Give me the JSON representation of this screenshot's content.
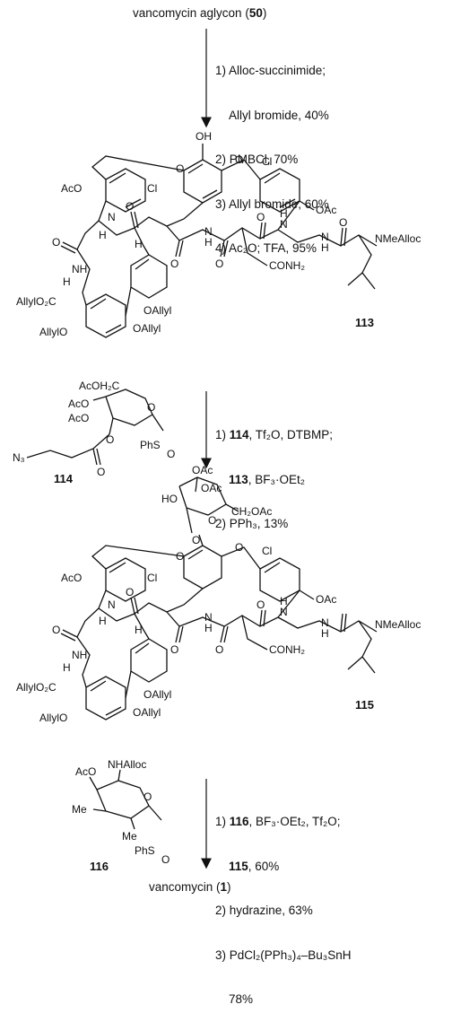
{
  "start": {
    "name": "vancomycin aglycon",
    "number": "50"
  },
  "step1": {
    "conditions": [
      "1) Alloc-succinimide;",
      "Allyl bromide, 40%",
      "2) PMBCl, 70%",
      "3) Allyl bromide, 60%",
      "4) Ac₂O; TFA, 95%"
    ]
  },
  "cmpd113": {
    "number": "113",
    "atoms": {
      "oh": "OH",
      "o_left": "O",
      "o_right": "O",
      "cl_top": "Cl",
      "cl_left": "Cl",
      "aco": "AcO",
      "oac": "OAc",
      "nh1": "N",
      "h1": "H",
      "o1": "O",
      "h2": "H",
      "o2": "O",
      "nh2": "N",
      "h3": "H",
      "o3": "O",
      "nh3": "N",
      "h4": "H",
      "o4": "O",
      "nh4": "N",
      "h5": "H",
      "nmealloc": "NMeAlloc",
      "conh2": "CONH₂",
      "o5": "O",
      "nh5": "NH",
      "allylo2c": "AllylO₂C",
      "oallyl1": "OAllyl",
      "oallyl2": "OAllyl",
      "allylo": "AllylO",
      "h6": "H"
    }
  },
  "step2": {
    "conditions": [
      "1) 114, Tf₂O, DTBMP;",
      "113, BF₃·OEt₂",
      "2) PPh₃, 13%"
    ],
    "donor": {
      "number": "114",
      "atoms": {
        "acoh2c": "AcOH₂C",
        "aco1": "AcO",
        "aco2": "AcO",
        "o_ring": "O",
        "o_link": "O",
        "o_carb": "O",
        "n3": "N₃",
        "phs": "PhS",
        "so": "O"
      }
    }
  },
  "cmpd115": {
    "number": "115",
    "sugar": {
      "oac1": "OAc",
      "oac2": "OAc",
      "ho": "HO",
      "o_ring": "O",
      "ch2oac": "CH₂OAc",
      "o_link": "O"
    },
    "atoms": {
      "o_left": "O",
      "o_right": "O",
      "cl_top": "Cl",
      "cl_left": "Cl",
      "aco": "AcO",
      "oac": "OAc",
      "nh1": "N",
      "h1": "H",
      "o1": "O",
      "h2": "H",
      "o2": "O",
      "nh2": "N",
      "h3": "H",
      "o3": "O",
      "nh3": "N",
      "h4": "H",
      "o4": "O",
      "nh4": "N",
      "h5": "H",
      "nmealloc": "NMeAlloc",
      "conh2": "CONH₂",
      "o5": "O",
      "nh5": "NH",
      "allylo2c": "AllylO₂C",
      "oallyl1": "OAllyl",
      "oallyl2": "OAllyl",
      "allylo": "AllylO",
      "h6": "H"
    }
  },
  "step3": {
    "conditions": [
      "1) 116, BF₃·OEt₂, Tf₂O;",
      "115, 60%",
      "2) hydrazine, 63%",
      "3) PdCl₂(PPh₃)₄–Bu₃SnH",
      "78%"
    ],
    "donor": {
      "number": "116",
      "atoms": {
        "aco": "AcO",
        "nhalloc": "NHAlloc",
        "me1": "Me",
        "me2": "Me",
        "o_ring": "O",
        "phs": "PhS",
        "so": "O"
      }
    }
  },
  "product": {
    "name": "vancomycin",
    "number": "1"
  }
}
